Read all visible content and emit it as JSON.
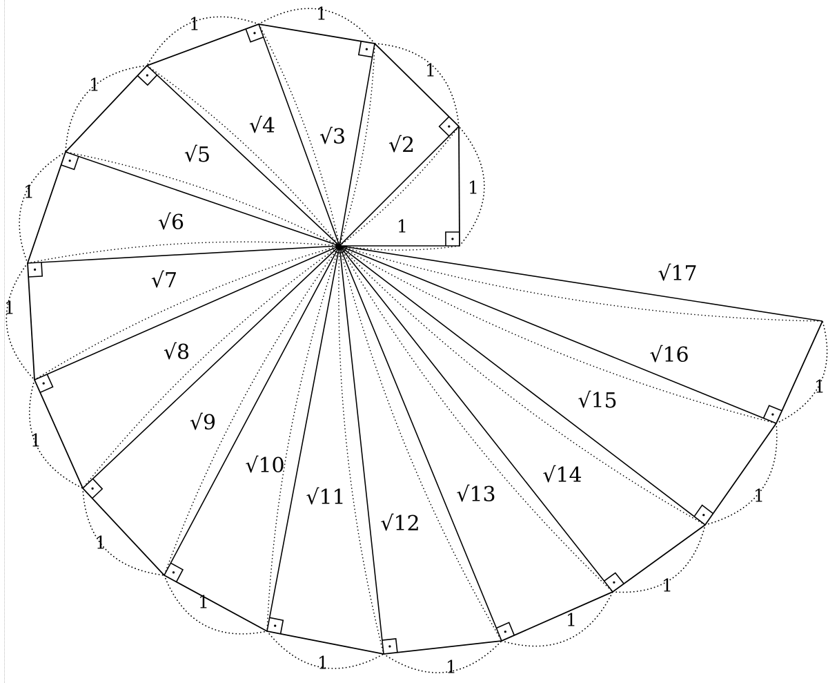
{
  "diagram": {
    "type": "spiral-of-theodorus",
    "unit_label": "1",
    "hypotenuse_labels": [
      "1",
      "√2",
      "√3",
      "√4",
      "√5",
      "√6",
      "√7",
      "√8",
      "√9",
      "√10",
      "√11",
      "√12",
      "√13",
      "√14",
      "√15",
      "√16",
      "√17"
    ],
    "triangle_count": 16,
    "colors": {
      "stroke": "#000000",
      "dotted": "#000000",
      "background": "#ffffff"
    }
  }
}
